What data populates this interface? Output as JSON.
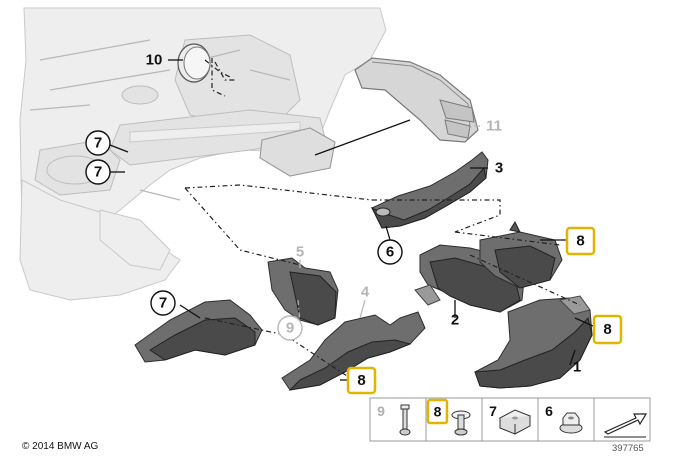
{
  "callouts": {
    "c1": "1",
    "c2": "2",
    "c3": "3",
    "c4": "4",
    "c5": "5",
    "c6": "6",
    "c7": "7",
    "c8": "8",
    "c9": "9",
    "c10": "10",
    "c11": "11"
  },
  "legend": {
    "items": [
      "9",
      "8",
      "7",
      "6"
    ]
  },
  "footer": {
    "copyright": "© 2014 BMW AG",
    "diagram_number": "397765"
  },
  "colors": {
    "highlight": "#e0b400",
    "part": "#4a4a4a",
    "ghost": "#eeeeee"
  },
  "icons": [
    "screw-icon",
    "nut-icon",
    "clip-nut-icon",
    "flange-nut-icon",
    "arrow-icon"
  ]
}
